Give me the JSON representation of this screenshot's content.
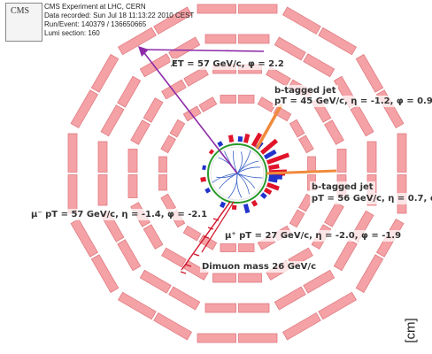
{
  "experiment_info": {
    "logo_text": "CMS",
    "line1": "CMS Experiment at LHC, CERN",
    "line2": "Data recorded: Sun Jul 18 11:13:22 2010 CEST",
    "line3": "Run/Event: 140379 / 136650665",
    "line4": "Lumi section: 160"
  },
  "labels": {
    "met": "E̸T = 57 GeV/c, φ = 2.2",
    "jet1_title": "b-tagged jet",
    "jet1_kin": "pT = 45 GeV/c, η = -1.2, φ = 0.9",
    "jet2_title": "b-tagged jet",
    "jet2_kin": "pT = 56 GeV/c, η = 0.7, φ",
    "muon_minus": "μ⁻ pT = 57 GeV/c, η = -1.4, φ = -2.1",
    "muon_plus": "μ⁺ pT = 27 GeV/c, η = -2.0, φ = -1.9",
    "dimuon": "Dimuon mass 26 GeV/c"
  },
  "unit_label": "[cm]",
  "colors": {
    "chamber_fill": "#f4a2a6",
    "chamber_stroke": "#e07c82",
    "met_arrow": "#8c2aa8",
    "jet": "#f08a3c",
    "tracks": "#3a62c8",
    "muon": "#d0142a",
    "calo_red": "#e0142a",
    "calo_blue": "#2233cc",
    "tracker_ring": "#2a9a2a"
  }
}
